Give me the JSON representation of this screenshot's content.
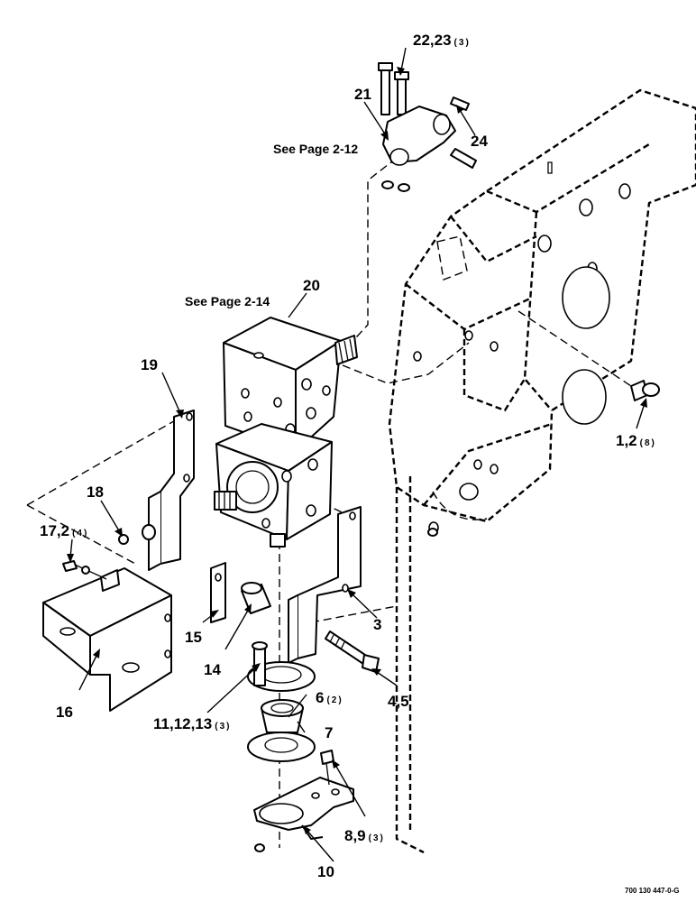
{
  "callouts": {
    "c1": {
      "num": "22,23",
      "qty": "(3)"
    },
    "c2": {
      "num": "21",
      "qty": ""
    },
    "c3": {
      "num": "24",
      "qty": ""
    },
    "c4": {
      "num": "20",
      "qty": ""
    },
    "c5": {
      "num": "19",
      "qty": ""
    },
    "c6": {
      "num": "1,2",
      "qty": "(8)"
    },
    "c7": {
      "num": "18",
      "qty": ""
    },
    "c8": {
      "num": "17,2",
      "qty": "(4)"
    },
    "c9": {
      "num": "15",
      "qty": ""
    },
    "c10": {
      "num": "14",
      "qty": ""
    },
    "c11": {
      "num": "3",
      "qty": ""
    },
    "c12": {
      "num": "16",
      "qty": ""
    },
    "c13": {
      "num": "4,5",
      "qty": ""
    },
    "c14": {
      "num": "6",
      "qty": "(2)"
    },
    "c15": {
      "num": "11,12,13",
      "qty": "(3)"
    },
    "c16": {
      "num": "7",
      "qty": ""
    },
    "c17": {
      "num": "8,9",
      "qty": "(3)"
    },
    "c18": {
      "num": "10",
      "qty": ""
    }
  },
  "notes": {
    "see_page_u_joint": "See Page 2-12",
    "see_page_gearbox": "See Page 2-14"
  },
  "drawing_code": "700 130 447-0-G"
}
